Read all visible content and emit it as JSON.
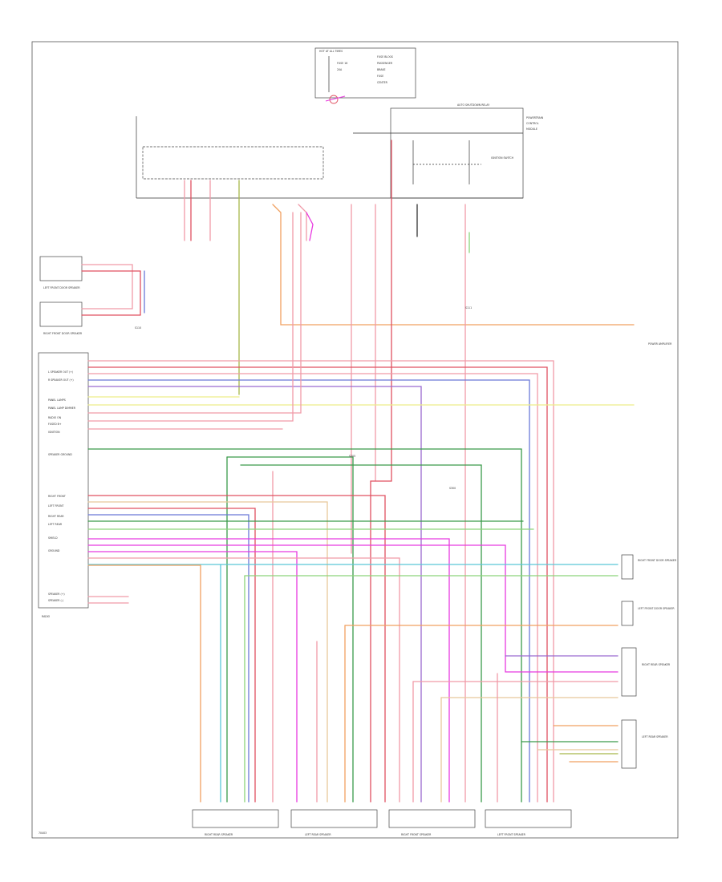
{
  "diagram": {
    "figure_id": "70403",
    "top_component": {
      "labels": [
        "HOT AT ALL TIMES",
        "FUSE 16",
        "20A",
        "FUSE BLOCK",
        "PASSENGER",
        "BRAKE",
        "FUSE",
        "CENTER"
      ]
    },
    "ignition_relay": {
      "labels": [
        "AUTO SHUTDOWN RELAY",
        "IGNITION SWITCH",
        "POWERTRAIN",
        "CONTROL",
        "MODULE"
      ]
    },
    "radio": {
      "label": "RADIO",
      "pins": [
        "L SPEAKER OUT (+)",
        "R SPEAKER OUT (+)",
        "PANEL LAMPS",
        "PANEL LAMP DIMMER",
        "RADIO ON",
        "FUSED B+",
        "IGNITION",
        "SPEAKER GROUND",
        "RIGHT FRONT",
        "LEFT FRONT",
        "RIGHT REAR",
        "LEFT REAR",
        "SHIELD",
        "GROUND",
        "SPEAKER (+)",
        "SPEAKER (-)"
      ]
    },
    "left_side_components": [
      "LEFT FRONT DOOR SPEAKER",
      "RIGHT FRONT DOOR SPEAKER"
    ],
    "right_side_components": [
      "RIGHT FRONT DOOR SPEAKER",
      "LEFT FRONT DOOR SPEAKER",
      "RIGHT REAR SPEAKER",
      "LEFT REAR SPEAKER",
      "POWER AMPLIFIER"
    ],
    "bottom_components": [
      "RIGHT REAR SPEAKER",
      "LEFT REAR SPEAKER",
      "RIGHT FRONT SPEAKER",
      "LEFT FRONT SPEAKER"
    ],
    "splices": [
      "S110",
      "S111",
      "S205",
      "S300"
    ],
    "wire_colors": {
      "pink": "#f09aa8",
      "red": "#e05060",
      "blue": "#6a78d8",
      "yellow": "#eded8a",
      "green": "#3a9a4a",
      "lightgreen": "#8cd47a",
      "magenta": "#e83ae0",
      "orange": "#f0a060",
      "cyan": "#5ac8d8",
      "violet": "#9a6ad0",
      "tan": "#e8c89a",
      "olive": "#a8b84a"
    }
  }
}
